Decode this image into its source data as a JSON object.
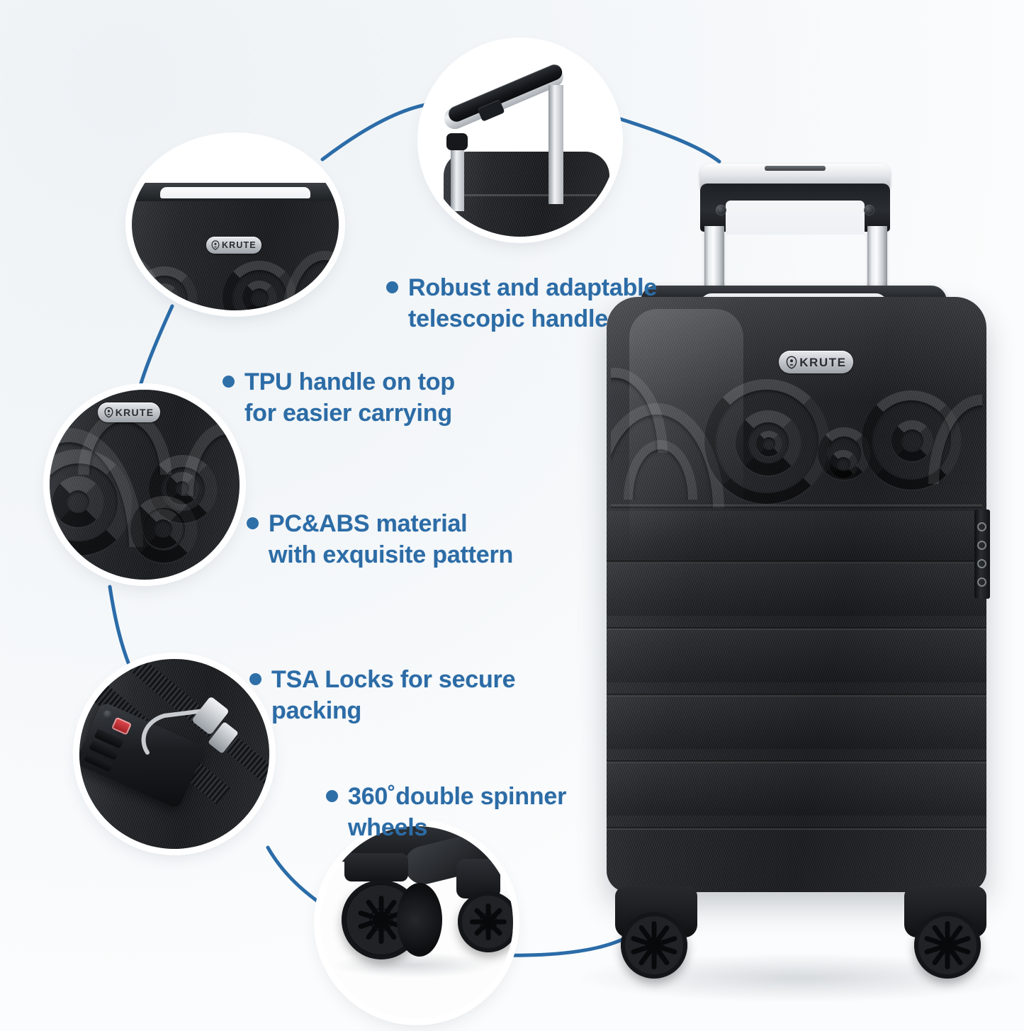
{
  "page": {
    "background_color": "#f5f8fa",
    "accent_color": "#2c6ca6",
    "bullet_color": "#2f6fa8",
    "connector_color": "#2b6ca8"
  },
  "brand": {
    "name": "KRUTE",
    "logo_mark": "krute-emblem"
  },
  "callouts": [
    {
      "id": "telescopic-handle",
      "line1": "Robust and adaptable",
      "line2": "telescopic handle"
    },
    {
      "id": "tpu-handle",
      "line1": "TPU handle on top",
      "line2": "for easier carrying"
    },
    {
      "id": "pc-abs-material",
      "line1": "PC&ABS material",
      "line2": "with exquisite pattern"
    },
    {
      "id": "tsa-locks",
      "line1": "TSA Locks for secure",
      "line2": "packing"
    },
    {
      "id": "spinner-wheels",
      "line1": "360˚double spinner",
      "line2": "wheels"
    }
  ],
  "detail_bubbles": [
    {
      "id": "bubble-tpu-handle",
      "depicts": "top-tpu-carry-handle-closeup"
    },
    {
      "id": "bubble-telescopic-handle",
      "depicts": "extended-telescopic-handle-closeup"
    },
    {
      "id": "bubble-pattern",
      "depicts": "embossed-swirl-pattern-closeup"
    },
    {
      "id": "bubble-tsa-lock",
      "depicts": "tsa-combination-lock-closeup"
    },
    {
      "id": "bubble-wheels",
      "depicts": "double-spinner-wheels-closeup"
    }
  ],
  "product": {
    "id": "main-suitcase",
    "color": "black",
    "depicts": "hardside-carry-on-spinner-suitcase"
  }
}
